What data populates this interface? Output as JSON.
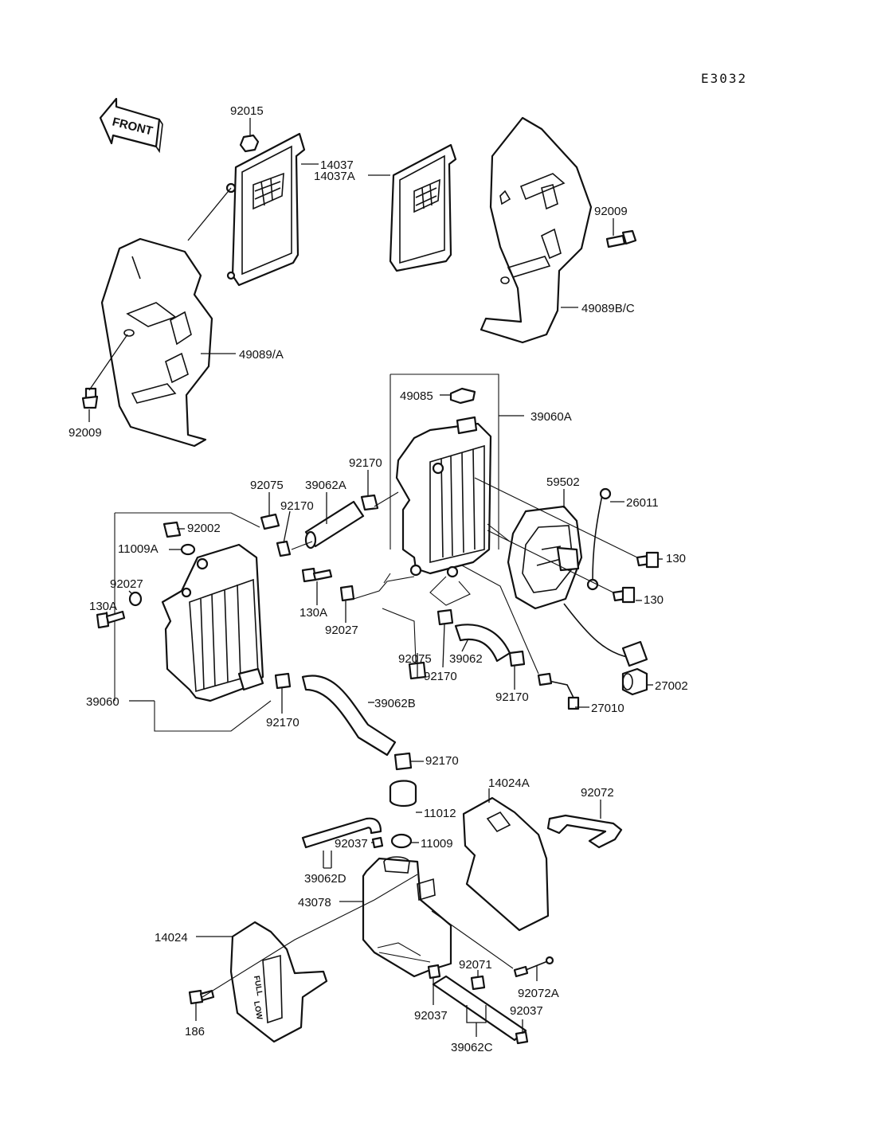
{
  "diagram_code": "E3032",
  "front_arrow_text": "FRONT",
  "labels": {
    "l92015": "92015",
    "l14037": "14037",
    "l14037A": "14037A",
    "l92009_r": "92009",
    "l49089BC": "49089B/C",
    "l49089A": "49089/A",
    "l92009_l": "92009",
    "l49085": "49085",
    "l39060A": "39060A",
    "l92170_a": "92170",
    "l92075_a": "92075",
    "l39062A": "39062A",
    "l92170_b": "92170",
    "l59502": "59502",
    "l26011": "26011",
    "l92002": "92002",
    "l11009A": "11009A",
    "l130_a": "130",
    "l92027_l": "92027",
    "l130A_l": "130A",
    "l130A_m": "130A",
    "l92027_m": "92027",
    "l130_b": "130",
    "l92075_b": "92075",
    "l39062": "39062",
    "l92170_c": "92170",
    "l92170_d": "92170",
    "l27002": "27002",
    "l39060": "39060",
    "l92170_e": "92170",
    "l39062B": "39062B",
    "l27010": "27010",
    "l92170_f": "92170",
    "l14024A": "14024A",
    "l92072": "92072",
    "l11012": "11012",
    "l92037_a": "92037",
    "l11009": "11009",
    "l39062D": "39062D",
    "l43078": "43078",
    "l14024": "14024",
    "l92071": "92071",
    "l92072A": "92072A",
    "l186": "186",
    "l92037_b": "92037",
    "l92037_c": "92037",
    "l39062C": "39062C"
  }
}
